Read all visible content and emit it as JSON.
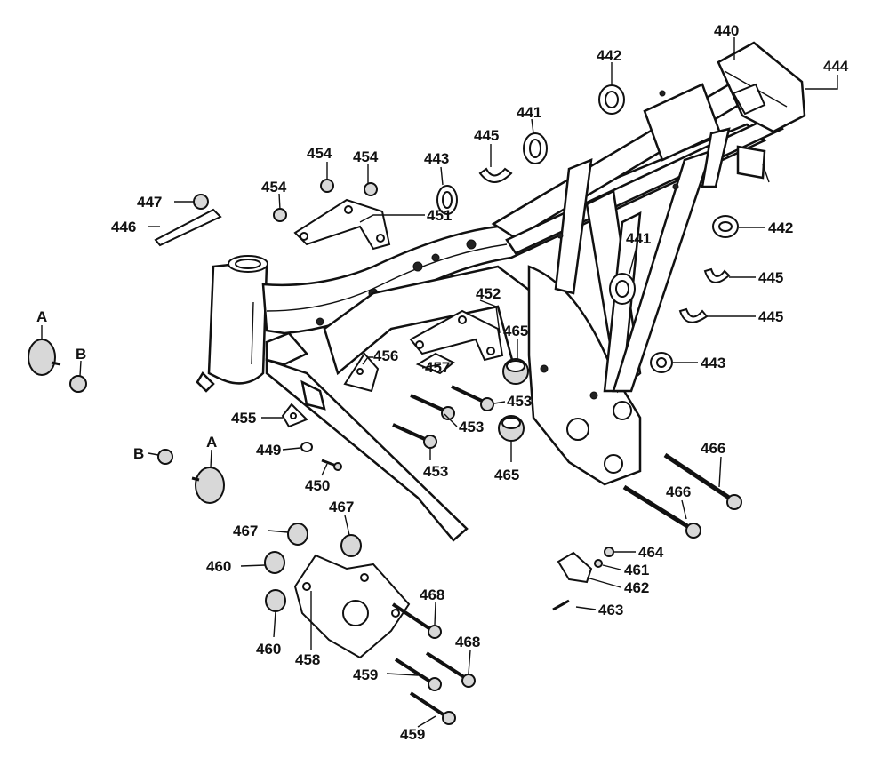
{
  "labels": {
    "l440": "440",
    "l444": "444",
    "l442a": "442",
    "l441a": "441",
    "l445a": "445",
    "l443a": "443",
    "l454a": "454",
    "l454b": "454",
    "l454c": "454",
    "l451": "451",
    "l447": "447",
    "l446": "446",
    "l442b": "442",
    "l441b": "441",
    "l445b": "445",
    "l445c": "445",
    "l443b": "443",
    "l452": "452",
    "l465a": "465",
    "l456": "456",
    "l457": "457",
    "l453a": "453",
    "l453b": "453",
    "l453c": "453",
    "l465b": "465",
    "l455": "455",
    "l449": "449",
    "l450": "450",
    "lA1": "A",
    "lB1": "B",
    "lA2": "A",
    "lB2": "B",
    "l466a": "466",
    "l466b": "466",
    "l467a": "467",
    "l467b": "467",
    "l460a": "460",
    "l460b": "460",
    "l458": "458",
    "l468a": "468",
    "l468b": "468",
    "l459a": "459",
    "l459b": "459",
    "l464": "464",
    "l461": "461",
    "l462": "462",
    "l463": "463"
  }
}
